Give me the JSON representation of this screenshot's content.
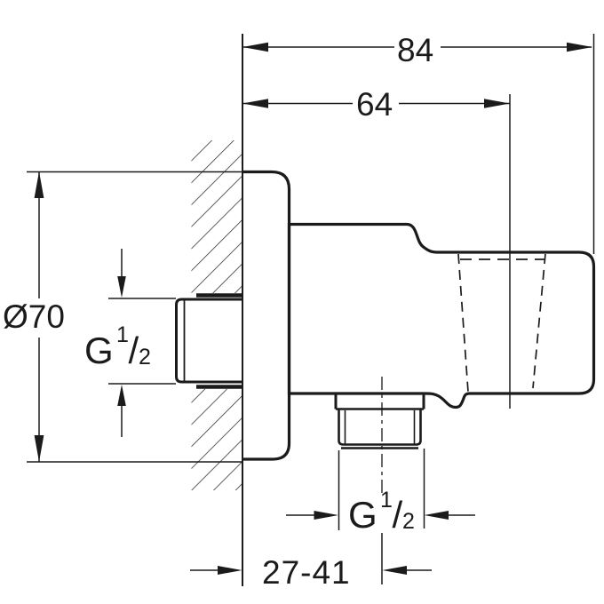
{
  "colors": {
    "line": "#1b1b1b",
    "background": "#ffffff"
  },
  "drawing": {
    "type": "technical-dimension-drawing",
    "subject": "wall-mounted shower outlet elbow, side section view",
    "dimensions": {
      "total_depth": {
        "value": "84"
      },
      "holder_depth": {
        "value": "64"
      },
      "flange_diameter": {
        "value": "Ø70"
      },
      "wall_distance_range": {
        "value": "27-41"
      },
      "inlet_thread": {
        "prefix": "G",
        "numerator": "1",
        "slash": "/",
        "denominator": "2"
      },
      "outlet_thread": {
        "prefix": "G",
        "numerator": "1",
        "slash": "/",
        "denominator": "2"
      }
    }
  }
}
